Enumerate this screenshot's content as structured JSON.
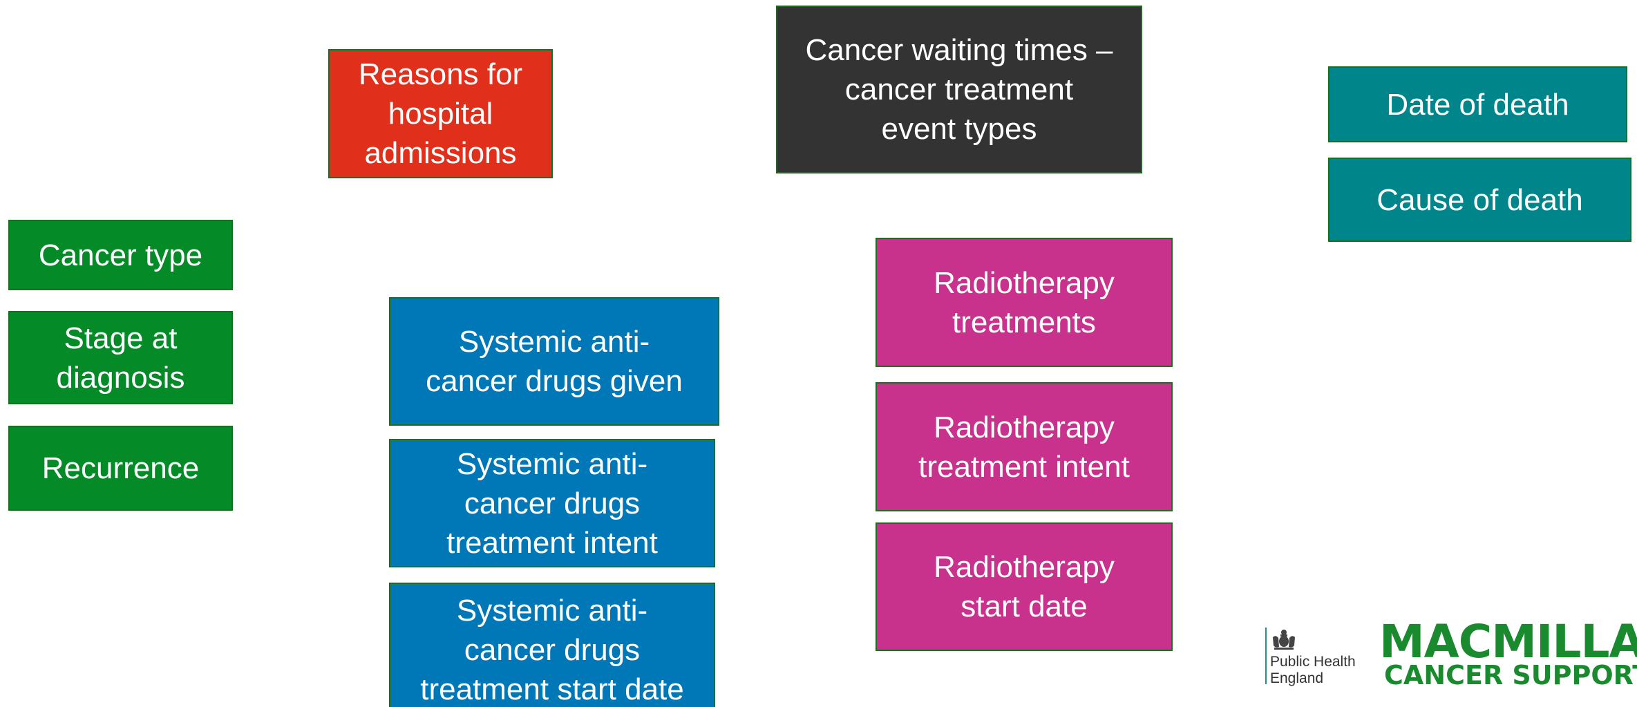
{
  "colors": {
    "green": "#048a27",
    "red": "#e0301c",
    "dark": "#333333",
    "teal": "#00868a",
    "blue": "#0078b8",
    "magenta": "#c8318c",
    "macmillan_green": "#1a8a2e"
  },
  "boxes": {
    "reasons_admissions": {
      "lines": [
        "Reasons for",
        "hospital",
        "admissions"
      ]
    },
    "cancer_waiting_times": {
      "lines": [
        "Cancer waiting times –",
        "cancer treatment",
        "event types"
      ]
    },
    "date_of_death": {
      "lines": [
        "Date of death"
      ]
    },
    "cause_of_death": {
      "lines": [
        "Cause of death"
      ]
    },
    "cancer_type": {
      "lines": [
        "Cancer type"
      ]
    },
    "stage_at_diagnosis": {
      "lines": [
        "Stage at",
        "diagnosis"
      ]
    },
    "recurrence": {
      "lines": [
        "Recurrence"
      ]
    },
    "sact_given": {
      "lines": [
        "Systemic anti-",
        "cancer drugs given"
      ]
    },
    "sact_intent": {
      "lines": [
        "Systemic anti-",
        "cancer drugs",
        "treatment intent"
      ]
    },
    "sact_start_date": {
      "lines": [
        "Systemic anti-",
        "cancer drugs",
        "treatment start date"
      ]
    },
    "radiotherapy_treatments": {
      "lines": [
        "Radiotherapy",
        "treatments"
      ]
    },
    "radiotherapy_intent": {
      "lines": [
        "Radiotherapy",
        "treatment intent"
      ]
    },
    "radiotherapy_start_date": {
      "lines": [
        "Radiotherapy",
        "start date"
      ]
    }
  },
  "logos": {
    "phe": {
      "lines": [
        "Public Health",
        "England"
      ],
      "icon": "royal-crest-icon"
    },
    "macmillan": {
      "top": "MACMILLAN",
      "bottom": "CANCER SUPPORT"
    }
  }
}
